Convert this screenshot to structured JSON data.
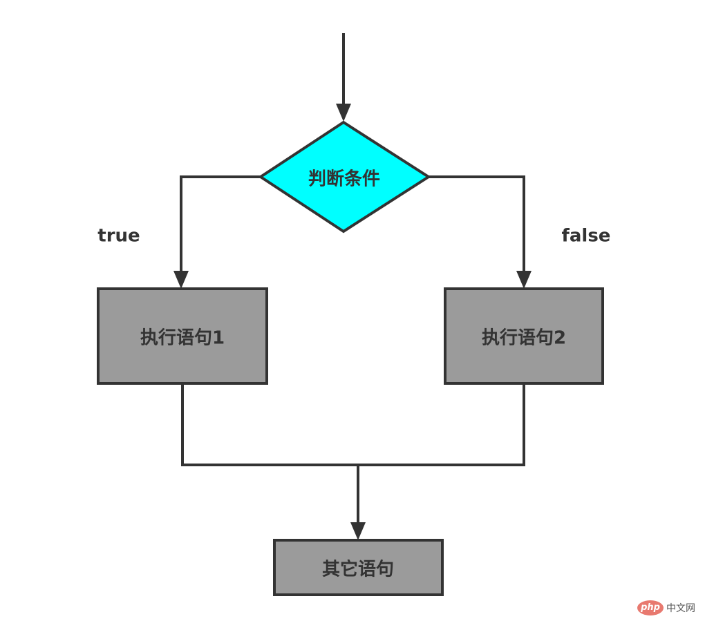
{
  "colors": {
    "line": "#333333",
    "decision_fill": "#00ffff",
    "process_fill": "#9b9b9b",
    "watermark_logo": "#e8796f"
  },
  "nodes": {
    "decision": "判断条件",
    "process_1": "执行语句1",
    "process_2": "执行语句2",
    "next": "其它语句"
  },
  "edges": {
    "true_label": "true",
    "false_label": "false"
  },
  "watermark": {
    "logo_text": "php",
    "site_text": "中文网"
  }
}
